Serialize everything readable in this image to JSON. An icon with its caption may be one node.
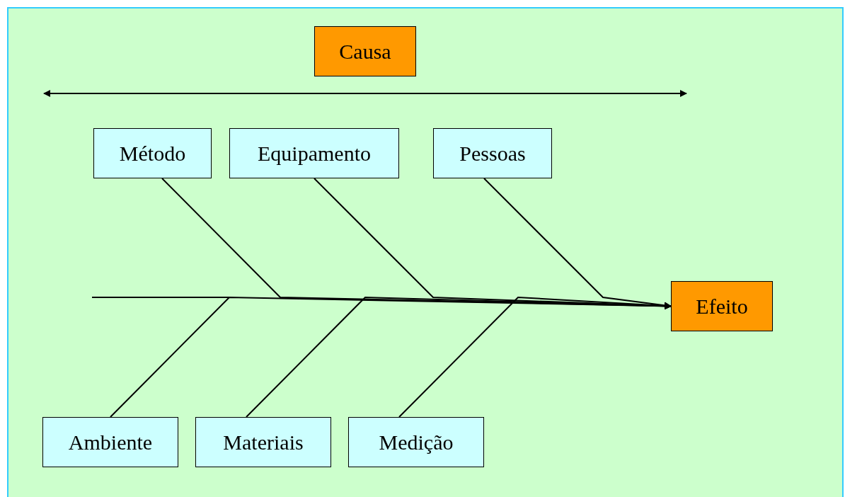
{
  "diagram": {
    "nodes": [
      {
        "text": [
          "Causa"
        ]
      },
      {
        "text": [
          "Método"
        ]
      },
      {
        "text": [
          "Equipamento"
        ]
      },
      {
        "text": [
          "Pessoas"
        ]
      },
      {
        "text": [
          "Ambiente"
        ]
      },
      {
        "text": [
          "Materiais"
        ]
      },
      {
        "text": [
          "Medição"
        ]
      },
      {
        "text": [
          "Efeito"
        ]
      }
    ],
    "edges": [
      {
        "from": 1,
        "to": 7,
        "arrow": "to"
      },
      {
        "from": 2,
        "to": 7,
        "arrow": "to"
      },
      {
        "from": 3,
        "to": 7,
        "arrow": "to"
      },
      {
        "from": 4,
        "to": 7,
        "arrow": "to"
      },
      {
        "from": 5,
        "to": 7,
        "arrow": "to"
      },
      {
        "from": 6,
        "to": 7,
        "arrow": "to"
      }
    ]
  }
}
